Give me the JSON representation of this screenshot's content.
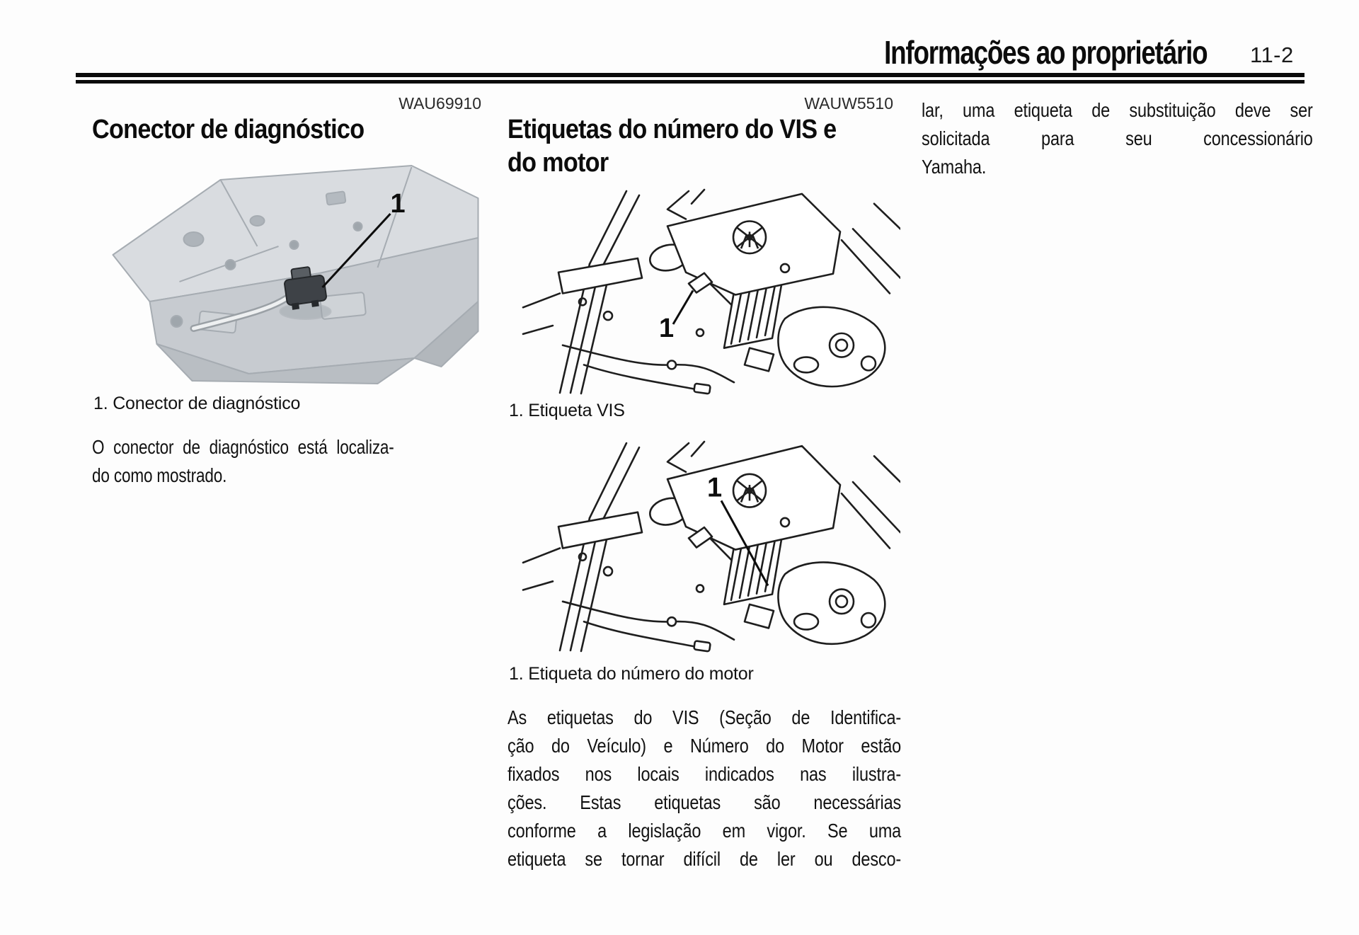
{
  "header": {
    "title": "Informações ao proprietário",
    "page_number": "11-2"
  },
  "left_section": {
    "code": "WAU69910",
    "heading": "Conector de diagnóstico",
    "figure": {
      "label": "1"
    },
    "caption": "1. Conector de diagnóstico",
    "paragraph_lines": [
      "O conector de diagnóstico está localiza-",
      "do como mostrado."
    ]
  },
  "middle_section": {
    "code": "WAUW5510",
    "heading_lines": [
      "Etiquetas do número do VIS e",
      "do motor"
    ],
    "figure_vis": {
      "label": "1"
    },
    "caption_vis": "1. Etiqueta VIS",
    "figure_engine": {
      "label": "1"
    },
    "caption_engine": "1. Etiqueta do número do motor",
    "paragraph_lines": [
      "As etiquetas do VIS (Seção de Identifica-",
      "ção do Veículo) e Número do Motor estão",
      "fixados nos locais indicados nas ilustra-",
      "ções. Estas etiquetas são necessárias",
      "conforme a legislação em vigor. Se uma",
      "etiqueta se tornar difícil de ler ou desco-"
    ]
  },
  "right_section": {
    "paragraph_lines": [
      "lar, uma etiqueta de substituição deve ser",
      "solicitada para seu concessionário",
      "Yamaha."
    ]
  },
  "colors": {
    "text": "#141414",
    "line_art": "#1e1e1e",
    "render_gray": "#c7cbd0"
  }
}
